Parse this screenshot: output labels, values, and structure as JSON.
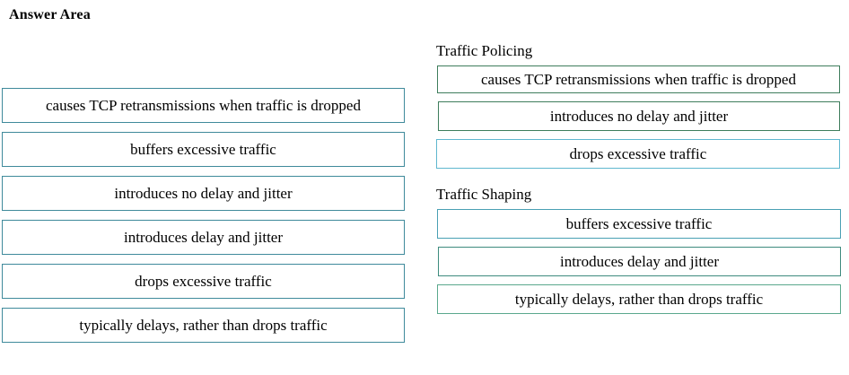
{
  "page": {
    "title": "Answer Area"
  },
  "source_panel": {
    "name": "answer-choices",
    "items": [
      {
        "label": "causes TCP retransmissions when traffic is dropped"
      },
      {
        "label": "buffers excessive traffic"
      },
      {
        "label": "introduces no delay and jitter"
      },
      {
        "label": "introduces delay and jitter"
      },
      {
        "label": "drops excessive traffic"
      },
      {
        "label": "typically delays, rather than drops traffic"
      }
    ]
  },
  "target_panel": {
    "categories": [
      {
        "name": "traffic-policing",
        "title": "Traffic Policing",
        "items": [
          {
            "label": "causes TCP retransmissions when traffic is dropped"
          },
          {
            "label": "introduces no delay and jitter"
          },
          {
            "label": "drops excessive traffic"
          }
        ]
      },
      {
        "name": "traffic-shaping",
        "title": "Traffic Shaping",
        "items": [
          {
            "label": "buffers excessive traffic"
          },
          {
            "label": "introduces delay and jitter"
          },
          {
            "label": "typically delays, rather than drops traffic"
          }
        ]
      }
    ]
  },
  "colors": {
    "source_border": "#3f8a9b",
    "target_border_green": "#3e7d5c",
    "target_border_cyan": "#5fb7cf",
    "background": "#ffffff",
    "text": "#000000"
  }
}
